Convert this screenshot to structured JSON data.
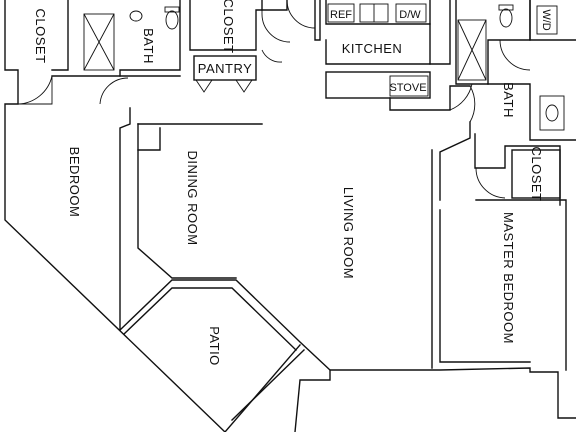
{
  "plan": {
    "rooms": {
      "closet_1": "CLOSET",
      "bath_1": "BATH",
      "closet_2": "CLOSET",
      "pantry": "PANTRY",
      "kitchen": "KITCHEN",
      "ref": "REF",
      "dw": "D/W",
      "stove": "STOVE",
      "bedroom": "BEDROOM",
      "dining_room": "DINING ROOM",
      "living_room": "LIVING ROOM",
      "patio": "PATIO",
      "bath_2": "BATH",
      "wd": "W/D",
      "closet_3": "CLOSET",
      "master_bedroom": "MASTER BEDROOM"
    }
  }
}
